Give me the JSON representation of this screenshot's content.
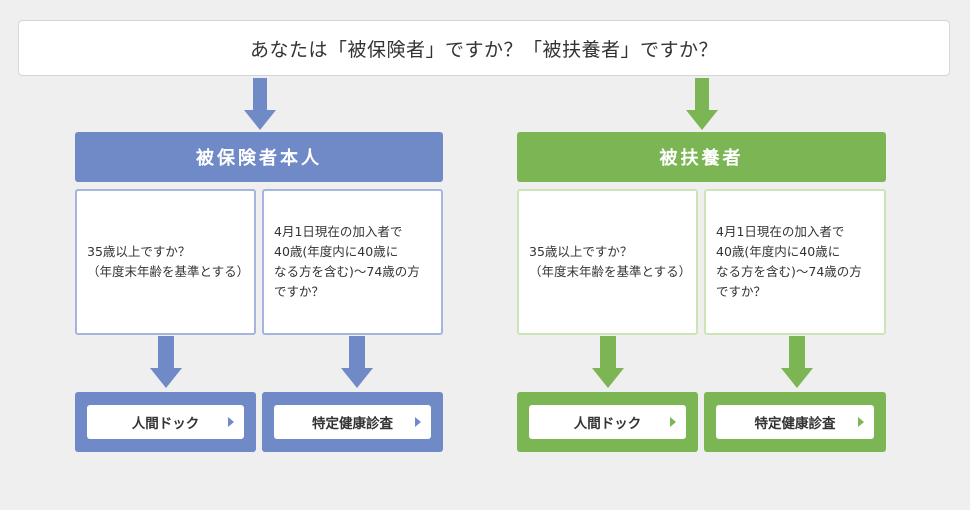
{
  "question": "あなたは「被保険者」ですか？「被扶養者」ですか？",
  "colors": {
    "blue": "#7089c7",
    "blue_light": "#a6b5df",
    "green": "#7cb553",
    "green_light": "#cbe5b6"
  },
  "columns": {
    "insured": {
      "title": "被保険者本人",
      "card_age35": "35歳以上ですか？\n（年度末年齢を基準とする）",
      "card_age40_74": "4月1日現在の加入者で\n40歳(年度内に40歳に\nなる方を含む)〜74歳の方\nですか？",
      "button_dock": "人間ドック",
      "button_checkup": "特定健康診査"
    },
    "dependent": {
      "title": "被扶養者",
      "card_age35": "35歳以上ですか？\n（年度末年齢を基準とする）",
      "card_age40_74": "4月1日現在の加入者で\n40歳(年度内に40歳に\nなる方を含む)〜74歳の方\nですか？",
      "button_dock": "人間ドック",
      "button_checkup": "特定健康診査"
    }
  }
}
